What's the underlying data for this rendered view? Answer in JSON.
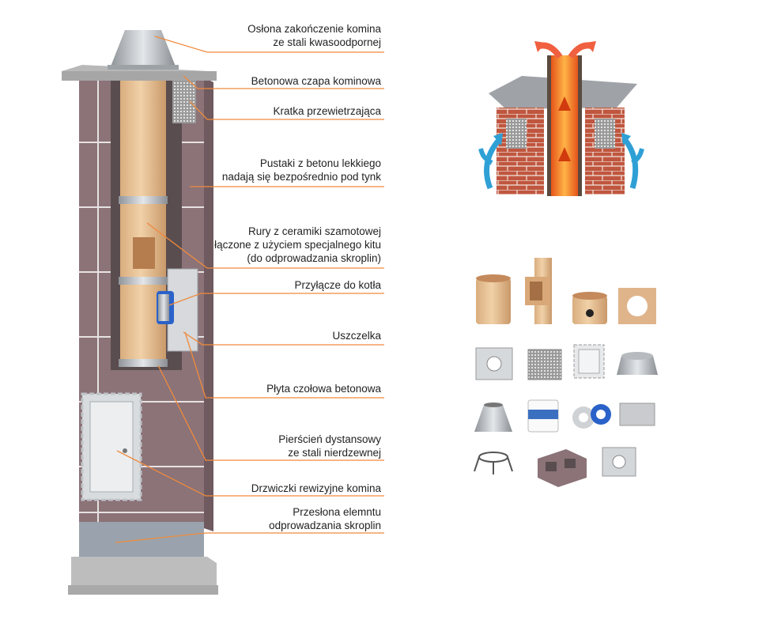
{
  "colors": {
    "leader": "#f08a3c",
    "block": "#8b7378",
    "liner": "#e8c49a",
    "concrete": "#c9c9c9",
    "steel": "#b8bcc0",
    "hot": "#f26a1b",
    "air": "#2fa0d6",
    "brick": "#c0563f"
  },
  "labels": [
    {
      "id": "cap-cover",
      "lines": [
        "Osłona zakończenie komina",
        "ze stali kwasoodpornej"
      ]
    },
    {
      "id": "concrete-cap",
      "lines": [
        "Betonowa czapa kominowa"
      ]
    },
    {
      "id": "vent-grille",
      "lines": [
        "Kratka przewietrzająca"
      ]
    },
    {
      "id": "blocks",
      "lines": [
        "Pustaki z betonu lekkiego",
        "nadają się bezpośrednio pod tynk"
      ]
    },
    {
      "id": "ceramic-pipes",
      "lines": [
        "Rury z ceramiki szamotowej",
        "łączone z użyciem specjalnego kitu",
        "(do odprowadzania skroplin)"
      ]
    },
    {
      "id": "boiler-connector",
      "lines": [
        "Przyłącze do kotła"
      ]
    },
    {
      "id": "seal",
      "lines": [
        "Uszczelka"
      ]
    },
    {
      "id": "front-plate",
      "lines": [
        "Płyta czołowa betonowa"
      ]
    },
    {
      "id": "spacer-ring",
      "lines": [
        "Pierścień dystansowy",
        "ze stali nierdzewnej"
      ]
    },
    {
      "id": "inspection-door",
      "lines": [
        "Drzwiczki rewizyjne komina"
      ]
    },
    {
      "id": "condensate-cover",
      "lines": [
        "Przesłona elemntu",
        "odprowadzania skroplin"
      ]
    }
  ],
  "components": [
    "ceramic-pipe",
    "ceramic-tee",
    "condensate-cup",
    "ceramic-connector",
    "steel-plate",
    "vent-grille",
    "inspection-door",
    "steel-cover",
    "steel-cap",
    "putty-bucket",
    "seals",
    "front-plate",
    "spacer-ring",
    "chimney-block",
    "cover-plate"
  ]
}
